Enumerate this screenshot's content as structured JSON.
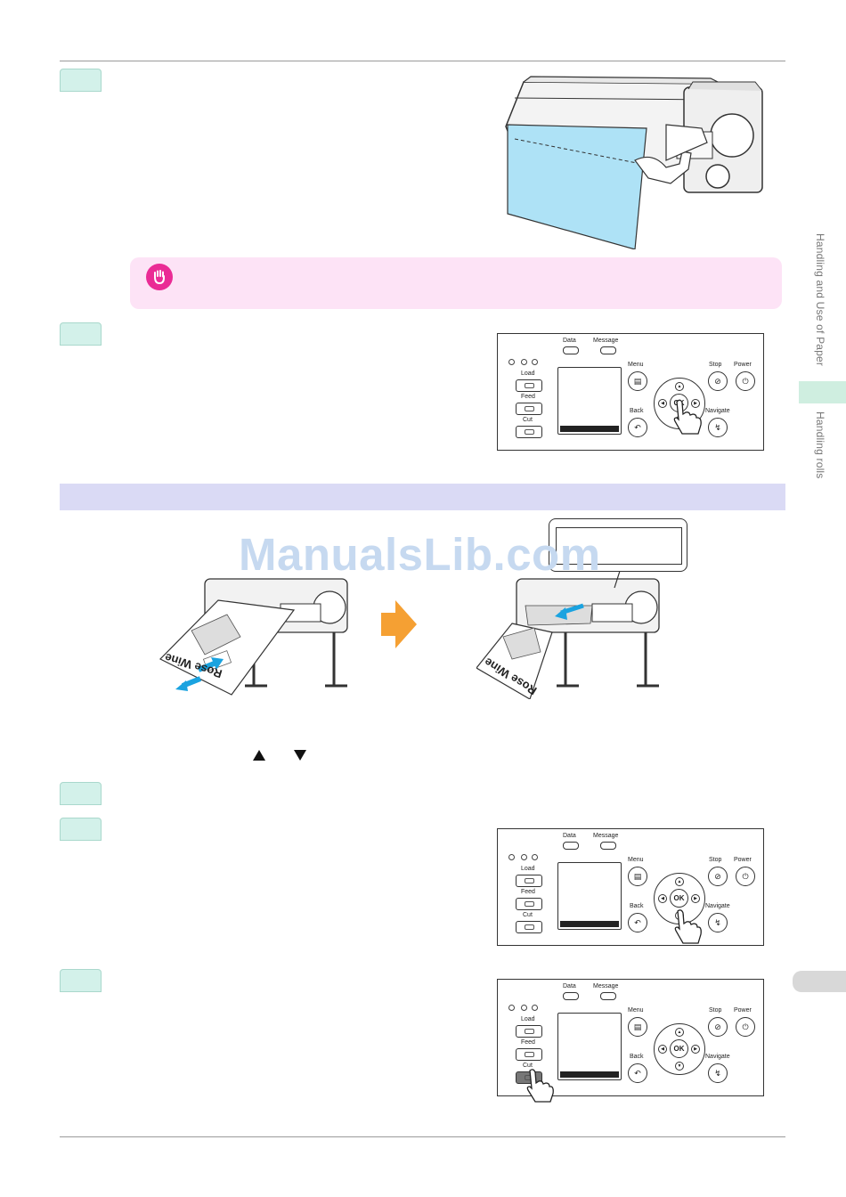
{
  "sidebar": {
    "section_title": "Handling and Use of Paper",
    "subsection_title": "Handling rolls"
  },
  "panel_labels": {
    "data": "Data",
    "message": "Message",
    "load": "Load",
    "feed": "Feed",
    "cut": "Cut",
    "menu": "Menu",
    "back": "Back",
    "stop": "Stop",
    "power": "Power",
    "navigate": "Navigate",
    "ok": "OK"
  },
  "illustration_text": {
    "poster_caption_left": "Rose Wine",
    "poster_caption_right": "Rose Wine"
  },
  "watermark": "ManualsLib.com",
  "colors": {
    "step_tab": "#d3f1ea",
    "important_box": "#fde3f6",
    "important_icon": "#ea2b95",
    "section_bar": "#dadaf5",
    "paper_blue": "#aee2f6",
    "arrow_orange": "#f5a033",
    "flow_arrow_blue": "#1aa3e0"
  },
  "icons": {
    "important": "hand-stop-icon",
    "hand": "pointing-hand-icon",
    "up": "triangle-up-icon",
    "down": "triangle-down-icon"
  }
}
